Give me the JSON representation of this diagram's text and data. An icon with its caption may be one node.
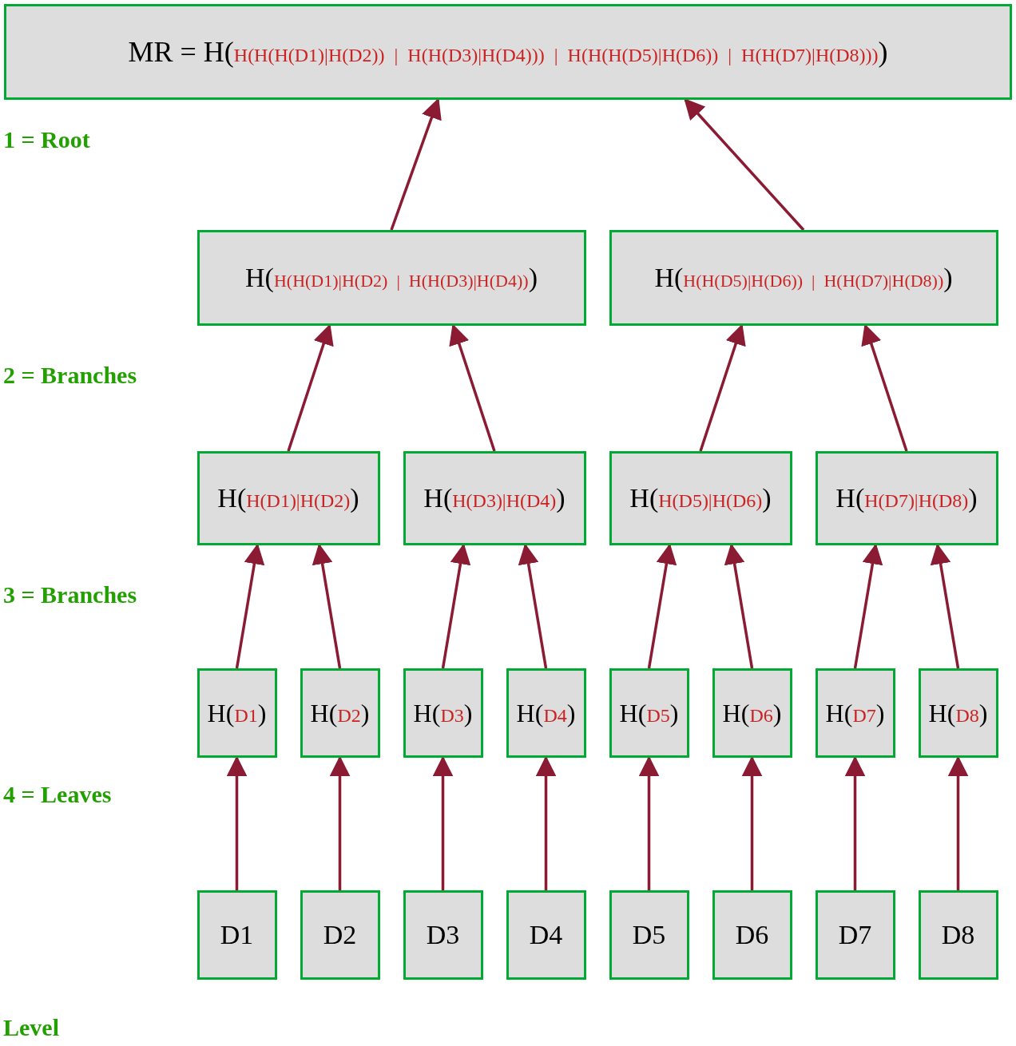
{
  "diagram": {
    "nodes": [
      {
        "text": [
          "MR = H(",
          "H(H(H(D1)|H(D2)) | H(H(D3)|H(D4))) | H(H(H(D5)|H(D6)) | H(H(D7)|H(D8)))",
          ")"
        ]
      },
      {
        "text": [
          "H(",
          "H(H(D1)|H(D2) | H(H(D3)|H(D4))",
          ")"
        ]
      },
      {
        "text": [
          "H(",
          "H(H(D5)|H(D6)) | H(H(D7)|H(D8))",
          ")"
        ]
      },
      {
        "text": [
          "H(",
          "H(D1)|H(D2)",
          ")"
        ]
      },
      {
        "text": [
          "H(",
          "H(D3)|H(D4)",
          ")"
        ]
      },
      {
        "text": [
          "H(",
          "H(D5)|H(D6)",
          ")"
        ]
      },
      {
        "text": [
          "H(",
          "H(D7)|H(D8)",
          ")"
        ]
      },
      {
        "text": [
          "H(",
          "D1",
          ")"
        ]
      },
      {
        "text": [
          "H(",
          "D2",
          ")"
        ]
      },
      {
        "text": [
          "H(",
          "D3",
          ")"
        ]
      },
      {
        "text": [
          "H(",
          "D4",
          ")"
        ]
      },
      {
        "text": [
          "H(",
          "D5",
          ")"
        ]
      },
      {
        "text": [
          "H(",
          "D6",
          ")"
        ]
      },
      {
        "text": [
          "H(",
          "D7",
          ")"
        ]
      },
      {
        "text": [
          "H(",
          "D8",
          ")"
        ]
      },
      {
        "text": [
          "D1"
        ]
      },
      {
        "text": [
          "D2"
        ]
      },
      {
        "text": [
          "D3"
        ]
      },
      {
        "text": [
          "D4"
        ]
      },
      {
        "text": [
          "D5"
        ]
      },
      {
        "text": [
          "D6"
        ]
      },
      {
        "text": [
          "D7"
        ]
      },
      {
        "text": [
          "D8"
        ]
      }
    ],
    "edges": [
      {
        "from": 15,
        "to": 7,
        "arrow": "to"
      },
      {
        "from": 16,
        "to": 8,
        "arrow": "to"
      },
      {
        "from": 17,
        "to": 9,
        "arrow": "to"
      },
      {
        "from": 18,
        "to": 10,
        "arrow": "to"
      },
      {
        "from": 19,
        "to": 11,
        "arrow": "to"
      },
      {
        "from": 20,
        "to": 12,
        "arrow": "to"
      },
      {
        "from": 21,
        "to": 13,
        "arrow": "to"
      },
      {
        "from": 22,
        "to": 14,
        "arrow": "to"
      },
      {
        "from": 7,
        "to": 3,
        "arrow": "to"
      },
      {
        "from": 8,
        "to": 3,
        "arrow": "to"
      },
      {
        "from": 9,
        "to": 4,
        "arrow": "to"
      },
      {
        "from": 10,
        "to": 4,
        "arrow": "to"
      },
      {
        "from": 11,
        "to": 5,
        "arrow": "to"
      },
      {
        "from": 12,
        "to": 5,
        "arrow": "to"
      },
      {
        "from": 13,
        "to": 6,
        "arrow": "to"
      },
      {
        "from": 14,
        "to": 6,
        "arrow": "to"
      },
      {
        "from": 3,
        "to": 1,
        "arrow": "to"
      },
      {
        "from": 4,
        "to": 1,
        "arrow": "to"
      },
      {
        "from": 5,
        "to": 2,
        "arrow": "to"
      },
      {
        "from": 6,
        "to": 2,
        "arrow": "to"
      },
      {
        "from": 1,
        "to": 0,
        "arrow": "to"
      },
      {
        "from": 2,
        "to": 0,
        "arrow": "to"
      }
    ],
    "labels": [
      "1 = Root",
      "2 = Branches",
      "3 = Branches",
      "4 = Leaves",
      "Level"
    ]
  }
}
